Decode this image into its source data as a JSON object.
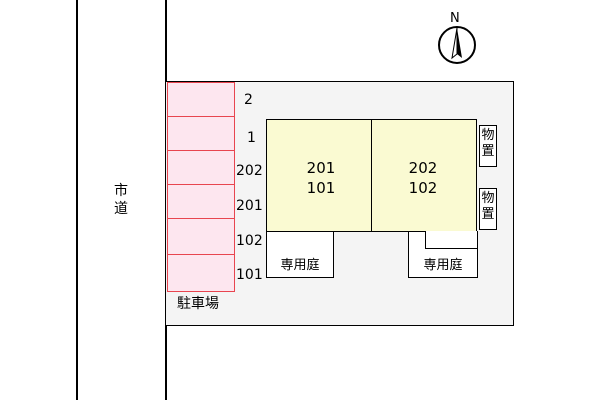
{
  "road": {
    "label": [
      "市",
      "道"
    ]
  },
  "parking": {
    "label": "駐車場",
    "slots": [
      "2",
      "1",
      "202",
      "201",
      "102",
      "101"
    ]
  },
  "units": [
    {
      "top": "201",
      "bottom": "101"
    },
    {
      "top": "202",
      "bottom": "102"
    }
  ],
  "gardens": [
    "専用庭",
    "専用庭"
  ],
  "storage": [
    {
      "chars": [
        "物",
        "置"
      ]
    },
    {
      "chars": [
        "物",
        "置"
      ]
    }
  ],
  "compass": {
    "label": "N"
  },
  "colors": {
    "parking_fill": "#fde6ef",
    "parking_border": "#e8454f",
    "unit_fill": "#fafad2",
    "site_fill": "#f4f4f4"
  }
}
